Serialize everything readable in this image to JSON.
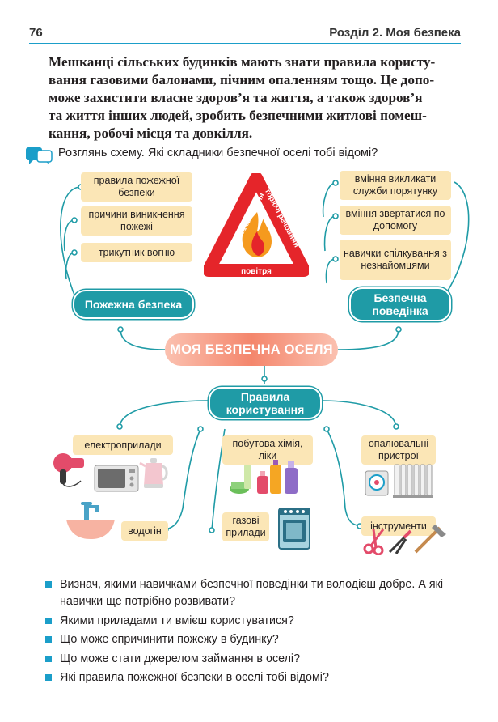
{
  "header": {
    "page_number": "76",
    "section": "Розділ 2. Моя безпека"
  },
  "intro_lines": [
    "Мешканці сільських будинків мають знати правила користу-",
    "вання газовими балонами, пічним опаленням тощо. Це допо-",
    "може захистити власне здоров’я та життя, а також здоров’я",
    "та життя інших людей, зробить безпечними житлові помеш-",
    "кання, робочі місця та довкілля."
  ],
  "prompt": "Розглянь схему. Які складники безпечної оселі тобі відомі?",
  "center": "МОЯ БЕЗПЕЧНА ОСЕЛЯ",
  "fire_safety": {
    "title": "Пожежна безпека",
    "items": [
      "правила пожежної безпеки",
      "причини виникнення пожежі",
      "трикутник вогню"
    ]
  },
  "fire_triangle": {
    "left": "джерела займання",
    "right": "горючі речовини",
    "bottom": "повітря"
  },
  "behavior": {
    "title": "Безпечна поведінка",
    "items": [
      "вміння викликати служби порятунку",
      "вміння звертатися по допомогу",
      "навички спілкування з незнайомцями"
    ]
  },
  "rules": {
    "title": "Правила користування",
    "items": [
      "електроприлади",
      "побутова хімія, ліки",
      "опалювальні пристрої",
      "водогін",
      "газові прилади",
      "інструменти"
    ]
  },
  "questions": [
    "Визнач, якими навичками безпечної поведінки ти володієш добре. А які навички ще потрібно розвивати?",
    "Якими приладами ти вмієш користуватися?",
    "Що може спричинити пожежу в будинку?",
    "Що може стати джерелом займання в оселі?",
    "Які правила пожежної безпеки в оселі тобі відомі?"
  ],
  "colors": {
    "accent": "#1b9ec9",
    "teal": "#1f9ba6",
    "tag": "#fbe6b6",
    "triangle": "#e5252a",
    "center": "#f4866c"
  }
}
